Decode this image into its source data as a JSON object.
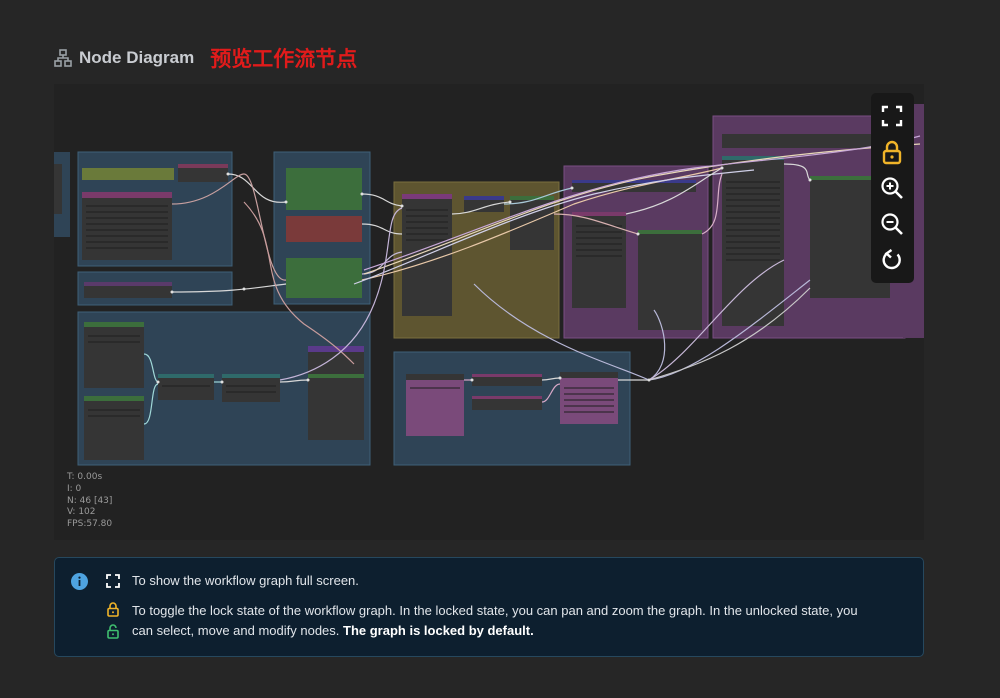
{
  "header": {
    "icon": "diagram-icon",
    "title": "Node Diagram",
    "subtitle": "预览工作流节点"
  },
  "canvas": {
    "stats": {
      "t": "T: 0.00s",
      "i": "I: 0",
      "n": "N: 46 [43]",
      "v": "V: 102",
      "fps": "FPS:57.80"
    },
    "toolbar": {
      "fullscreen": "fullscreen-icon",
      "lock": "lock-icon",
      "zoom_in": "zoom-in-icon",
      "zoom_out": "zoom-out-icon",
      "reset": "reset-icon"
    },
    "colors": {
      "group_blue": "#2f4456",
      "group_yellow": "#5e5530",
      "group_purple": "#5a3a61",
      "node_dark": "#353535",
      "node_green": "#3c6e3c",
      "node_red": "#7a3a3a",
      "node_pink": "#7a4a7a"
    }
  },
  "info": {
    "line1": "To show the workflow graph full screen.",
    "line2": "To toggle the lock state of the workflow graph. In the locked state, you can pan and zoom the graph. In the unlocked state, you",
    "line3_prefix": "can select, move and modify nodes. ",
    "line3_bold": "The graph is locked by default.",
    "colors": {
      "info": "#4ea3e0",
      "lock": "#f0b429",
      "unlock": "#3fbf6f"
    }
  }
}
